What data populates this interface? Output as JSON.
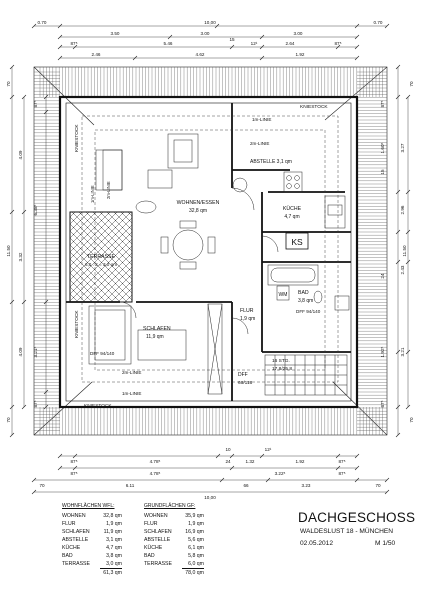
{
  "dimensions": {
    "top_overall": "10,00",
    "top_left": "0.70",
    "top_right": "0.70",
    "top_row2": [
      "3.50",
      "3.00",
      "3.00"
    ],
    "top_row3": [
      "5.46",
      "2.64"
    ],
    "top_row3_mid": "15",
    "top_row3_small": "12¹",
    "top_row3_ends": [
      "87⁵",
      "87⁵"
    ],
    "top_row4": [
      "2.46",
      "4.62",
      "1.92"
    ],
    "bottom_row1": [
      "87⁵",
      "4.78⁵",
      "1.32",
      "1.92",
      "87⁵"
    ],
    "bottom_row1_small": [
      "10",
      "12¹",
      "24"
    ],
    "bottom_row2": [
      "87⁵",
      "4.78⁵",
      "3.22⁵",
      "87⁵"
    ],
    "bottom_row3": [
      "6.11",
      "66",
      "3.23"
    ],
    "bottom_row3_ends": [
      "70",
      "70"
    ],
    "bottom_overall": "10,00",
    "left_overall": "11.50",
    "left_segments": [
      "4.09",
      "3.32",
      "4.09"
    ],
    "left_small": [
      "87⁵",
      "3.21⁵",
      "6.38⁵",
      "87⁵"
    ],
    "left_ends": [
      "70",
      "70"
    ],
    "right_overall": "11.50",
    "right_segments": [
      "3.27",
      "2.96",
      "2.43",
      "3.21"
    ],
    "right_small": [
      "1.60⁵",
      "15",
      "24",
      "1.92⁵",
      "87⁵",
      "87⁵"
    ],
    "right_ends": [
      "70",
      "70"
    ]
  },
  "rooms": {
    "kniestock_top": "KNIESTOCK",
    "kniestock_left_top": "KNIESTOCK",
    "kniestock_left_bottom": "KNIESTOCK",
    "kniestock_bottom": "KNIESTOCK",
    "line1_top": "1m-LINIE",
    "line2_top": "2m-LINIE",
    "line1_left": "1m-LINIE",
    "line2_left": "2m-LINIE",
    "line2_bottom": "2m-LINIE",
    "line1_bottom": "1m-LINIE",
    "abstelle": "ABSTELLE  3,1 qm",
    "wohnen_name": "WOHNEN/ESSEN",
    "wohnen_area": "32,8 qm",
    "kueche_name": "KÜCHE",
    "kueche_area": "4,7 qm",
    "ks": "KS",
    "terrasse_name": "TERRASSE",
    "terrasse_area": "6,0 : 2 = 3,0 qm",
    "wm": "WM",
    "bad_name": "BAD",
    "bad_area": "3,8 qm",
    "dff_bad": "DFF 94/140",
    "flur_name": "FLUR",
    "flur_area": "1,9 qm",
    "schlafen_name": "SCHLAFEN",
    "schlafen_area": "11,9 qm",
    "dff_schlafen": "DFF 94/140",
    "dff_flur_name": "DFF",
    "dff_flur_size": "66/118",
    "stg_name": "16 STG.",
    "stg_size": "17,8/25,8"
  },
  "wohnflaechen": {
    "title": "WOHNFLÄCHEN WFL:",
    "rows": [
      {
        "name": "WOHNEN",
        "value": "32,8 qm"
      },
      {
        "name": "FLUR",
        "value": "1,9 qm"
      },
      {
        "name": "SCHLAFEN",
        "value": "11,9 qm"
      },
      {
        "name": "ABSTELLE",
        "value": "3,1 qm"
      },
      {
        "name": "KÜCHE",
        "value": "4,7 qm"
      },
      {
        "name": "BAD",
        "value": "3,8 qm"
      },
      {
        "name": "TERRASSE",
        "value": "3,0 qm"
      }
    ],
    "total": "61,3 qm"
  },
  "grundflaechen": {
    "title": "GRUNDFLÄCHEN GF:",
    "rows": [
      {
        "name": "WOHNEN",
        "value": "35,9 qm"
      },
      {
        "name": "FLUR",
        "value": "1,9 qm"
      },
      {
        "name": "SCHLAFEN",
        "value": "16,9 qm"
      },
      {
        "name": "ABSTELLE",
        "value": "5,6 qm"
      },
      {
        "name": "KÜCHE",
        "value": "6,1 qm"
      },
      {
        "name": "BAD",
        "value": "5,8 qm"
      },
      {
        "name": "TERRASSE",
        "value": "6,0 qm"
      }
    ],
    "total": "78,0 qm"
  },
  "titleblock": {
    "title": "DACHGESCHOSS",
    "address": "WALDESLUST 18  -  MÜNCHEN",
    "date": "02.05.2012",
    "scale": "M 1/50"
  }
}
